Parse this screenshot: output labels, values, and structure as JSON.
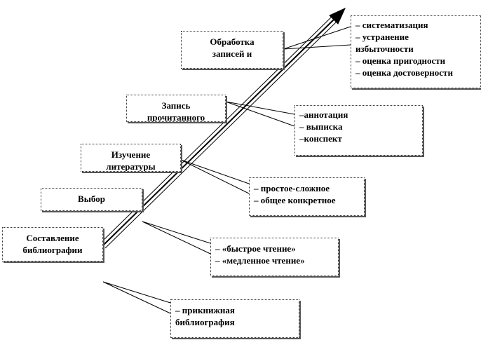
{
  "steps": [
    {
      "title": "Обработка",
      "line2": "записей и"
    },
    {
      "title": "Запись",
      "line2": "прочитанного"
    },
    {
      "title": "Изучение",
      "line2": "литературы"
    },
    {
      "title": "Выбор"
    },
    {
      "title": "Составление",
      "line2": "библиографии"
    }
  ],
  "details": {
    "processing": [
      "– систематизация",
      "– устранение",
      "избыточности",
      "– оценка пригодности",
      "– оценка достоверности"
    ],
    "record": [
      "–аннотация",
      "– выписка",
      "–конспект"
    ],
    "study": [
      "– простое-сложное",
      "– общее  конкретное"
    ],
    "choice": [
      "– «быстрое чтение»",
      "– «медленное чтение»"
    ],
    "bibliography": [
      "– прикнижная",
      "библиография"
    ]
  }
}
